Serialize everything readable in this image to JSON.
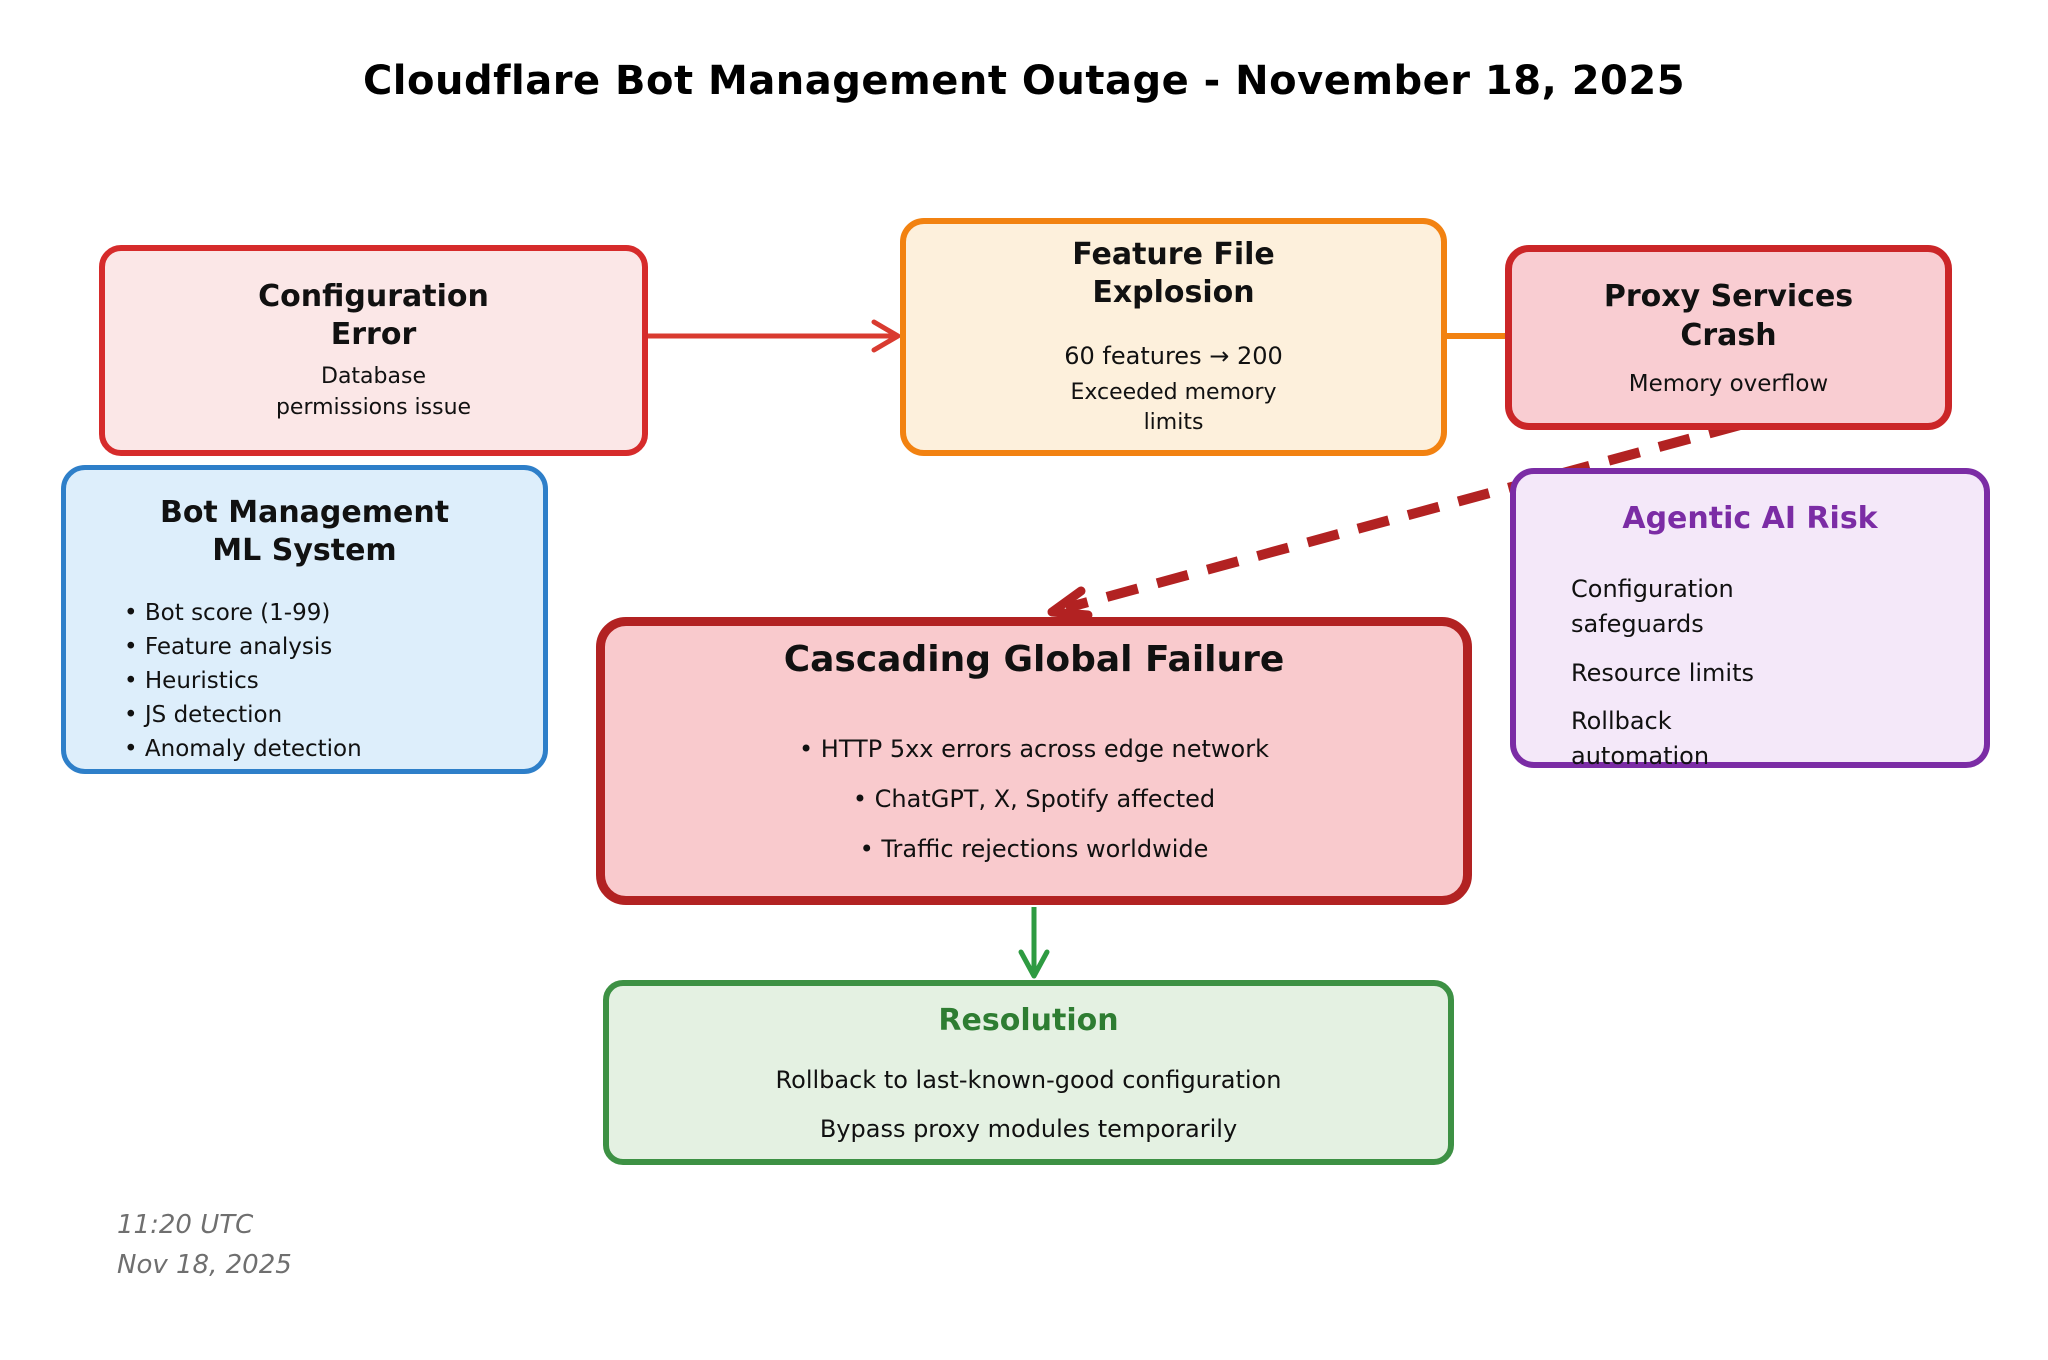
{
  "title": "Cloudflare Bot Management Outage - November 18, 2025",
  "nodes": {
    "configuration_error": {
      "title": "Configuration\nError",
      "body": "Database\npermissions issue",
      "border_color": "#d62b2b",
      "fill_color": "#fbe7e7"
    },
    "feature_file_explosion": {
      "title": "Feature File\nExplosion",
      "line1": "60 features → 200",
      "line2": "Exceeded memory\nlimits",
      "border_color": "#f28211",
      "fill_color": "#fdf0dc"
    },
    "proxy_services_crash": {
      "title": "Proxy Services\nCrash",
      "body": "Memory overflow",
      "border_color": "#cb2628",
      "fill_color": "#f9cdd2"
    },
    "bot_management_ml_system": {
      "title": "Bot Management\nML System",
      "bullets": [
        "Bot score (1-99)",
        "Feature analysis",
        "Heuristics",
        "JS detection",
        "Anomaly detection"
      ],
      "border_color": "#2e7fc9",
      "fill_color": "#ddeefb"
    },
    "agentic_ai_risk": {
      "title": "Agentic AI Risk",
      "title_color": "#7b2ca5",
      "items": [
        "Configuration\nsafeguards",
        "Resource limits",
        "Rollback\nautomation"
      ],
      "border_color": "#7b2ca5",
      "fill_color": "#f4e8f9"
    },
    "cascading_global_failure": {
      "title": "Cascading Global Failure",
      "bullets": [
        "HTTP 5xx errors across edge network",
        "ChatGPT, X, Spotify affected",
        "Traffic rejections worldwide"
      ],
      "border_color": "#b22222",
      "fill_color": "#f9cacd"
    },
    "resolution": {
      "title": "Resolution",
      "title_color": "#2e7d32",
      "lines": [
        "Rollback to last-known-good configuration",
        "Bypass proxy modules temporarily"
      ],
      "border_color": "#3d9144",
      "fill_color": "#e4f1e2"
    }
  },
  "connectors": {
    "config_to_feature": {
      "color": "#d93b30",
      "style": "solid-arrow"
    },
    "feature_to_proxy": {
      "color": "#f28211",
      "style": "solid"
    },
    "proxy_to_cascade": {
      "color": "#b22222",
      "style": "dashed-arrow"
    },
    "cascade_to_resolution": {
      "color": "#2e9b41",
      "style": "solid-arrow"
    }
  },
  "footer": {
    "time": "11:20 UTC",
    "date": "Nov 18, 2025"
  }
}
